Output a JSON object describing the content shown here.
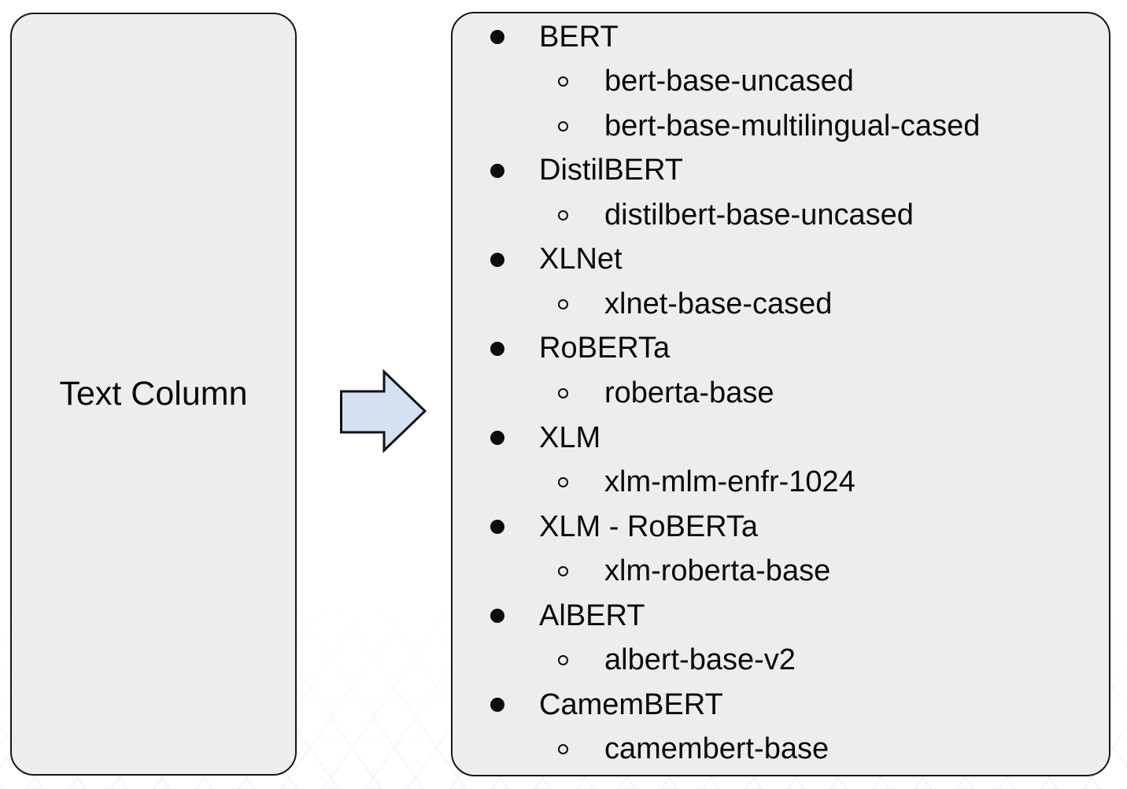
{
  "diagram": {
    "left_box": {
      "label": "Text Column"
    },
    "arrow": {
      "direction": "right"
    },
    "right_box": {
      "groups": [
        {
          "label": "BERT",
          "children": [
            "bert-base-uncased",
            "bert-base-multilingual-cased"
          ]
        },
        {
          "label": "DistilBERT",
          "children": [
            "distilbert-base-uncased"
          ]
        },
        {
          "label": "XLNet",
          "children": [
            "xlnet-base-cased"
          ]
        },
        {
          "label": "RoBERTa",
          "children": [
            "roberta-base"
          ]
        },
        {
          "label": "XLM",
          "children": [
            "xlm-mlm-enfr-1024"
          ]
        },
        {
          "label": "XLM - RoBERTa",
          "children": [
            "xlm-roberta-base"
          ]
        },
        {
          "label": "AlBERT",
          "children": [
            "albert-base-v2"
          ]
        },
        {
          "label": "CamemBERT",
          "children": [
            "camembert-base"
          ]
        }
      ]
    },
    "colors": {
      "box_fill": "#ededed",
      "box_border": "#161616",
      "arrow_fill": "#d3e1f0",
      "arrow_border": "#111111",
      "text": "#0a0a0a"
    }
  }
}
